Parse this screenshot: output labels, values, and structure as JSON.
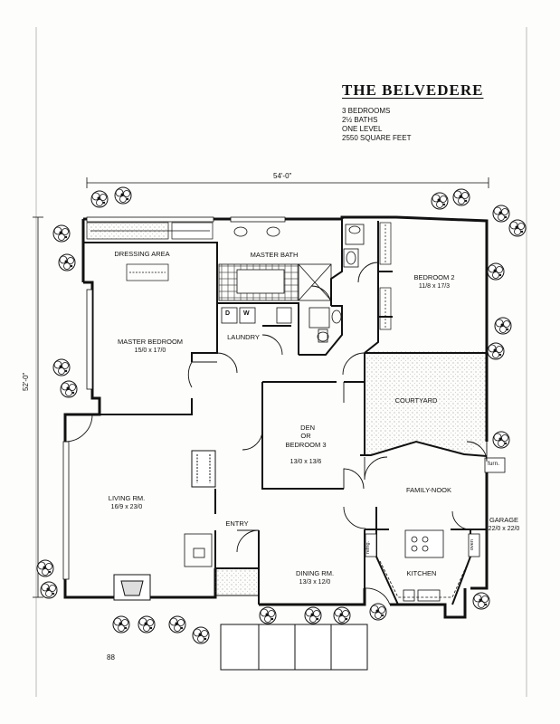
{
  "title": "THE BELVEDERE",
  "specs": [
    "3 BEDROOMS",
    "2½ BATHS",
    "ONE LEVEL",
    "2550 SQUARE FEET"
  ],
  "dimensions": {
    "width": "54'-0\"",
    "depth": "52'-0\""
  },
  "rooms": {
    "dressing": {
      "name": "DRESSING AREA"
    },
    "master_bath": {
      "name": "MASTER BATH"
    },
    "master_bedroom": {
      "name": "MASTER BEDROOM",
      "dims": "15/0 x 17/0"
    },
    "laundry": {
      "name": "LAUNDRY"
    },
    "bedroom2": {
      "name": "BEDROOM 2",
      "dims": "11/8 x 17/3"
    },
    "courtyard": {
      "name": "COURTYARD"
    },
    "den": {
      "name": "DEN\nOR\nBEDROOM 3",
      "dims": "13/0 x 13/6"
    },
    "living": {
      "name": "LIVING RM.",
      "dims": "16/9 x 23/0"
    },
    "entry": {
      "name": "ENTRY"
    },
    "family_nook": {
      "name": "FAMILY-NOOK"
    },
    "garage": {
      "name": "GARAGE",
      "dims": "22/0 x 22/0"
    },
    "kitchen": {
      "name": "KITCHEN"
    },
    "dining": {
      "name": "DINING RM.",
      "dims": "13/3 x 12/0"
    }
  },
  "fixtures": {
    "dryer": "D",
    "washer": "W",
    "furnace": "furn.",
    "refrigerator": "refrig.",
    "oven": "oven"
  },
  "page_number": "88"
}
